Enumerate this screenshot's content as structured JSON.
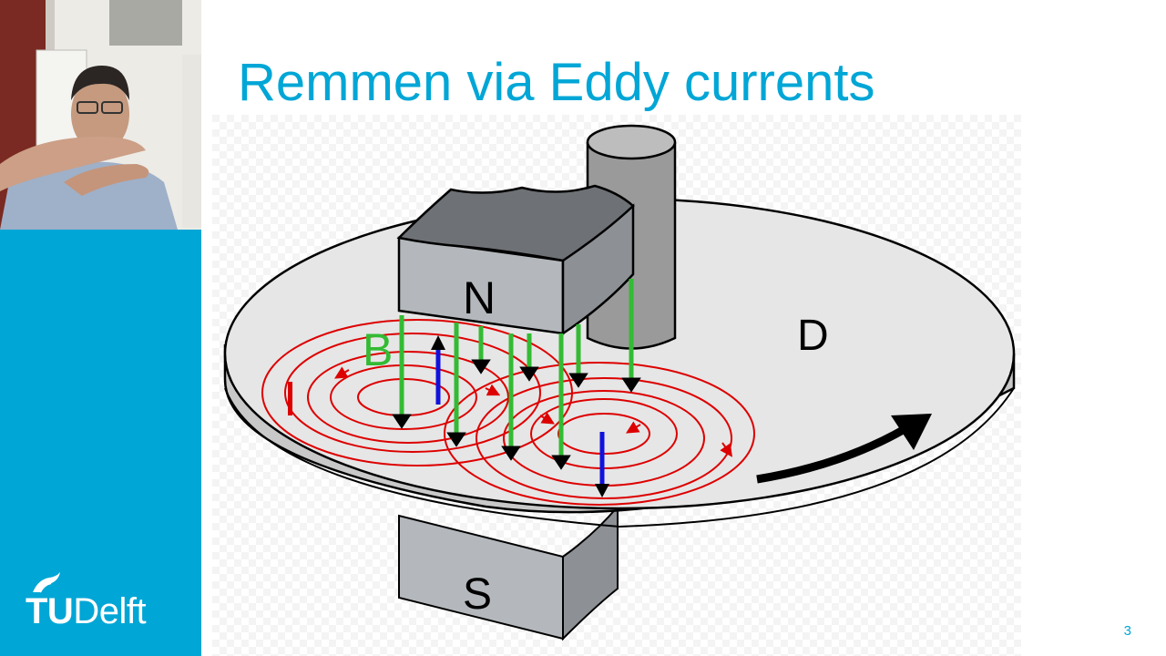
{
  "slide": {
    "title": "Remmen via Eddy currents",
    "number": "3"
  },
  "branding": {
    "logo_tu": "TU",
    "logo_delft": "Delft",
    "accent": "#00a6d6"
  },
  "figure": {
    "labels": {
      "north": "N",
      "south": "S",
      "field": "B",
      "current": "I",
      "disc": "D"
    },
    "colors": {
      "field_lines": "#33bb33",
      "current_loops": "#dd0000",
      "force_vector": "#1111dd",
      "disc": "#e4e4e4",
      "magnet": "#b8bcc0"
    }
  }
}
